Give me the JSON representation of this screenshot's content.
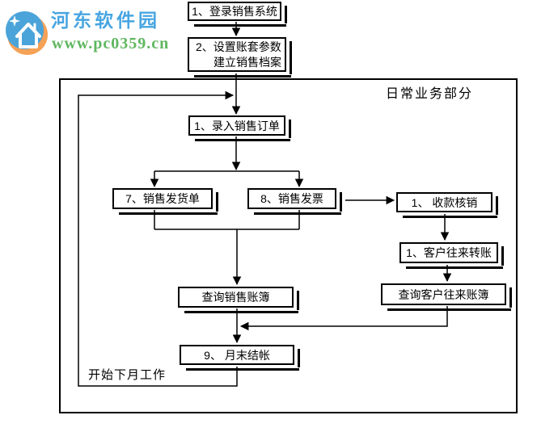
{
  "colors": {
    "brand-blue": "#48a5e1",
    "brand-green": "#5fb75f",
    "logo-blue": "#4ba4d9",
    "logo-orange": "#f5a156",
    "line-black": "#000000"
  },
  "watermark": {
    "site_name": "河东软件园",
    "site_url": "www.pc0359.cn"
  },
  "diagram": {
    "region_label": "日常业务部分",
    "loop_label": "开始下月工作",
    "nodes": {
      "login": "1、登录销售系统",
      "setup_line1": "2、设置账套参数",
      "setup_line2": "建立销售档案",
      "order": "1、录入销售订单",
      "delivery": "7、销售发货单",
      "invoice": "8、销售发票",
      "receipt": "1、 收款核销",
      "transfer": "1、客户往来转账",
      "query_customer": "查询客户往来账簿",
      "query_sales": "查询销售账簿",
      "month_end": "9、 月末结帐"
    }
  }
}
